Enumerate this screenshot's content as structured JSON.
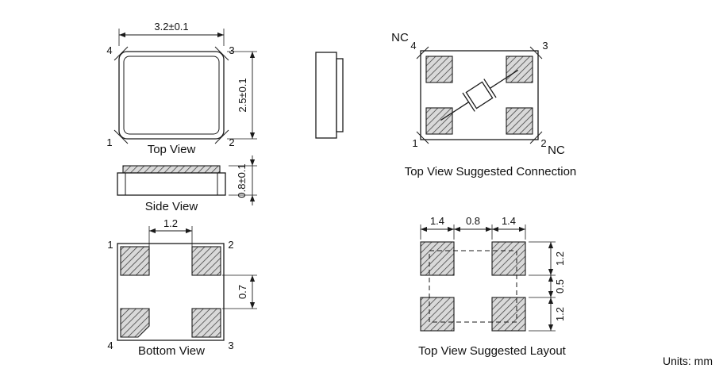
{
  "units_label": "Units: mm",
  "top_view": {
    "label": "Top View",
    "dim_width": "3.2±0.1",
    "dim_height": "2.5±0.1",
    "pin_tl": "4",
    "pin_tr": "3",
    "pin_bl": "1",
    "pin_br": "2"
  },
  "side_view": {
    "label": "Side View",
    "dim_thickness": "0.8±0.1"
  },
  "suggested_connection": {
    "label": "Top View Suggested Connection",
    "nc_top": "NC",
    "nc_bottom": "NC",
    "pin_tl": "4",
    "pin_tr": "3",
    "pin_bl": "1",
    "pin_br": "2"
  },
  "bottom_view": {
    "label": "Bottom View",
    "dim_pad_gap_x": "1.2",
    "dim_pad_gap_y": "0.7",
    "pin_tl": "1",
    "pin_tr": "2",
    "pin_bl": "4",
    "pin_br": "3"
  },
  "suggested_layout": {
    "label": "Top View Suggested Layout",
    "dim_left_pad": "1.4",
    "dim_gap": "0.8",
    "dim_right_pad": "1.4",
    "dim_top_pad": "1.2",
    "dim_mid_gap": "0.5",
    "dim_bottom_pad": "1.2"
  }
}
